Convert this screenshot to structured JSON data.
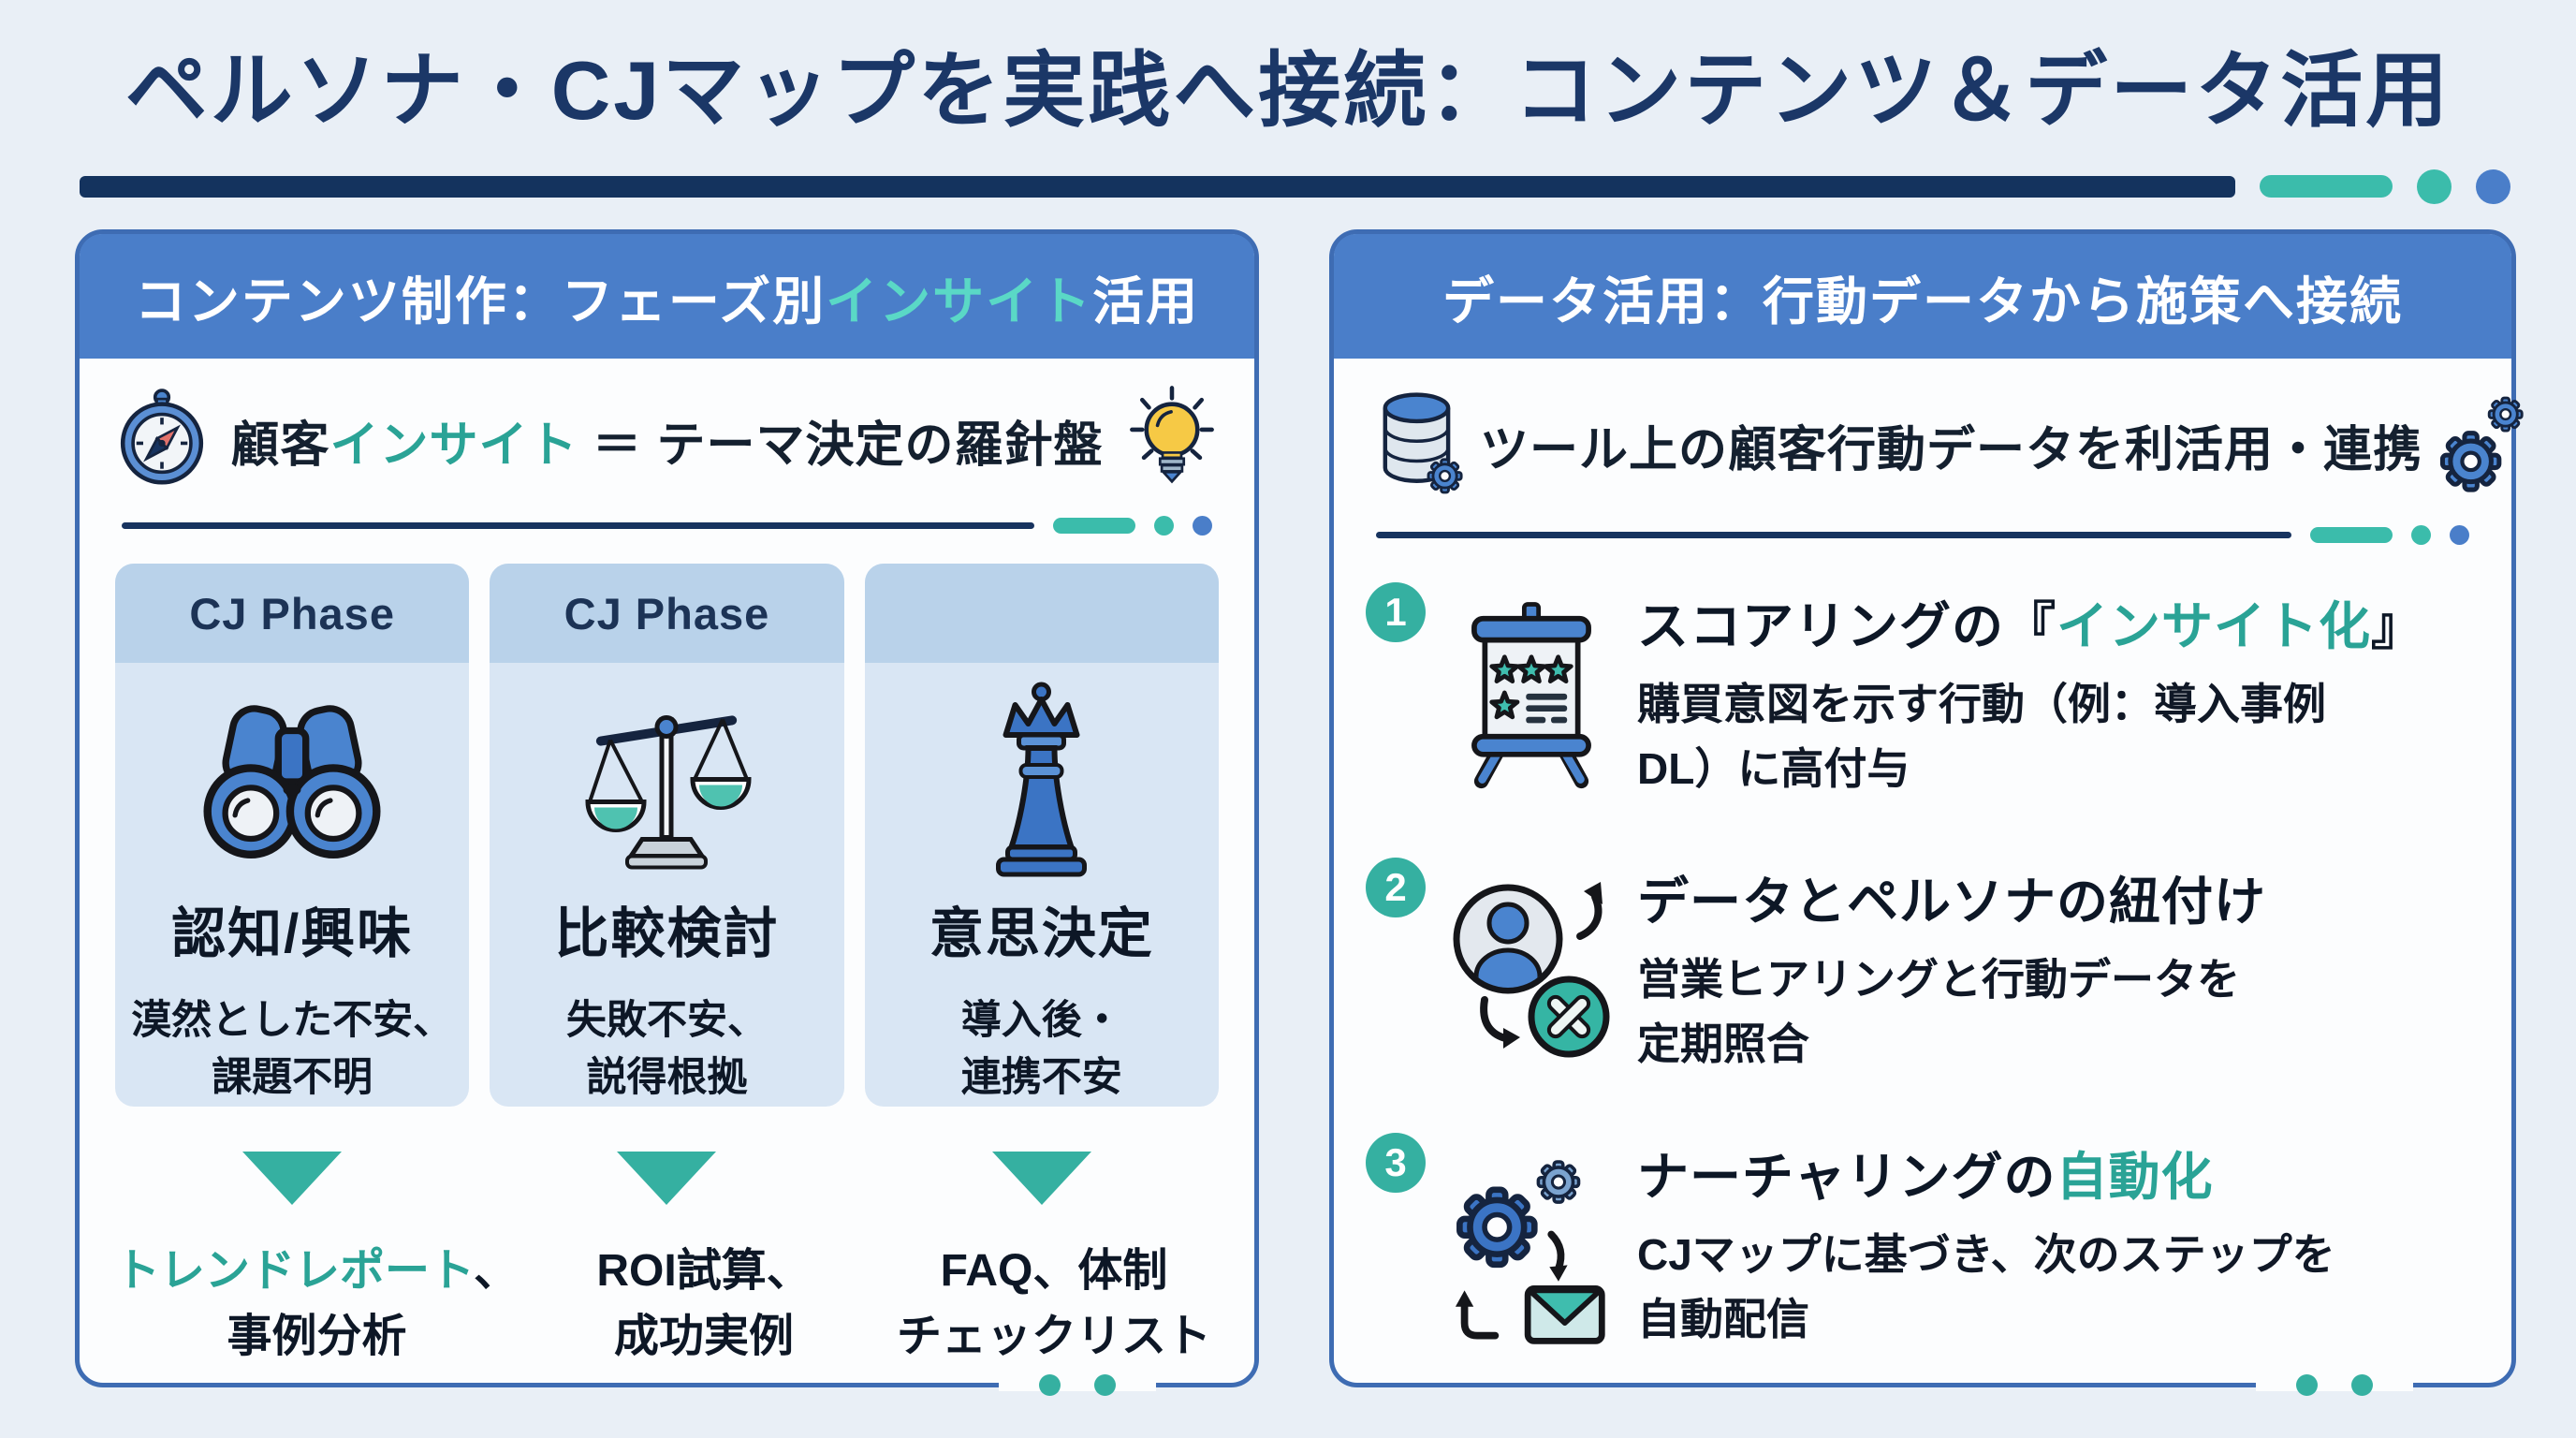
{
  "title": "ペルソナ・CJマップを実践へ接続：コンテンツ＆データ活用",
  "colors": {
    "background": "#e9eff6",
    "navy": "#14335e",
    "header_blue": "#4a7ec9",
    "teal_accent": "#2aa396",
    "teal_light": "#5ad8c6",
    "card_header": "#b9d2ea",
    "card_body": "#d9e6f4"
  },
  "left": {
    "header": {
      "pre": "コンテンツ制作：フェーズ別",
      "accent": "インサイト",
      "post": "活用"
    },
    "subtitle": {
      "pre": "顧客",
      "accent": "インサイト",
      "post": " ＝ テーマ決定の羅針盤"
    },
    "icons": {
      "left": "compass-icon",
      "right": "lightbulb-icon"
    },
    "cards": [
      {
        "phase_label": "CJ Phase",
        "icon": "binoculars-icon",
        "name": "認知/興味",
        "pain1": "漠然とした不安、",
        "pain2": "課題不明",
        "result_accent": "トレンドレポート",
        "result1": "、",
        "result2": "事例分析"
      },
      {
        "phase_label": "CJ Phase",
        "icon": "scale-icon",
        "name": "比較検討",
        "pain1": "失敗不安、",
        "pain2": "説得根拠",
        "result_accent": "",
        "result1": "ROI試算、",
        "result2": "成功実例"
      },
      {
        "phase_label": "",
        "icon": "chess-queen-icon",
        "name": "意思決定",
        "pain1": "導入後・",
        "pain2": "連携不安",
        "result_accent": "",
        "result1": "FAQ、体制",
        "result2": "チェックリスト"
      }
    ]
  },
  "right": {
    "header": "データ活用：行動データから施策へ接続",
    "subtitle": "ツール上の顧客行動データを利活用・連携",
    "icons": {
      "left": "database-gear-icon",
      "right": "gears-icon"
    },
    "items": [
      {
        "num": "1",
        "icon": "easel-scoring-icon",
        "title_pre": "スコアリングの『",
        "title_accent": "インサイト化",
        "title_post": "』",
        "body1": "購買意図を示す行動（例：導入事例",
        "body2": "DL）に高付与"
      },
      {
        "num": "2",
        "icon": "person-sync-icon",
        "title_pre": "データとペルソナの紐付け",
        "title_accent": "",
        "title_post": "",
        "body1": "営業ヒアリングと行動データを",
        "body2": "定期照合"
      },
      {
        "num": "3",
        "icon": "gear-mail-icon",
        "title_pre": "ナーチャリングの",
        "title_accent": "自動化",
        "title_post": "",
        "body1": "CJマップに基づき、次のステップを",
        "body2": "自動配信"
      }
    ]
  }
}
